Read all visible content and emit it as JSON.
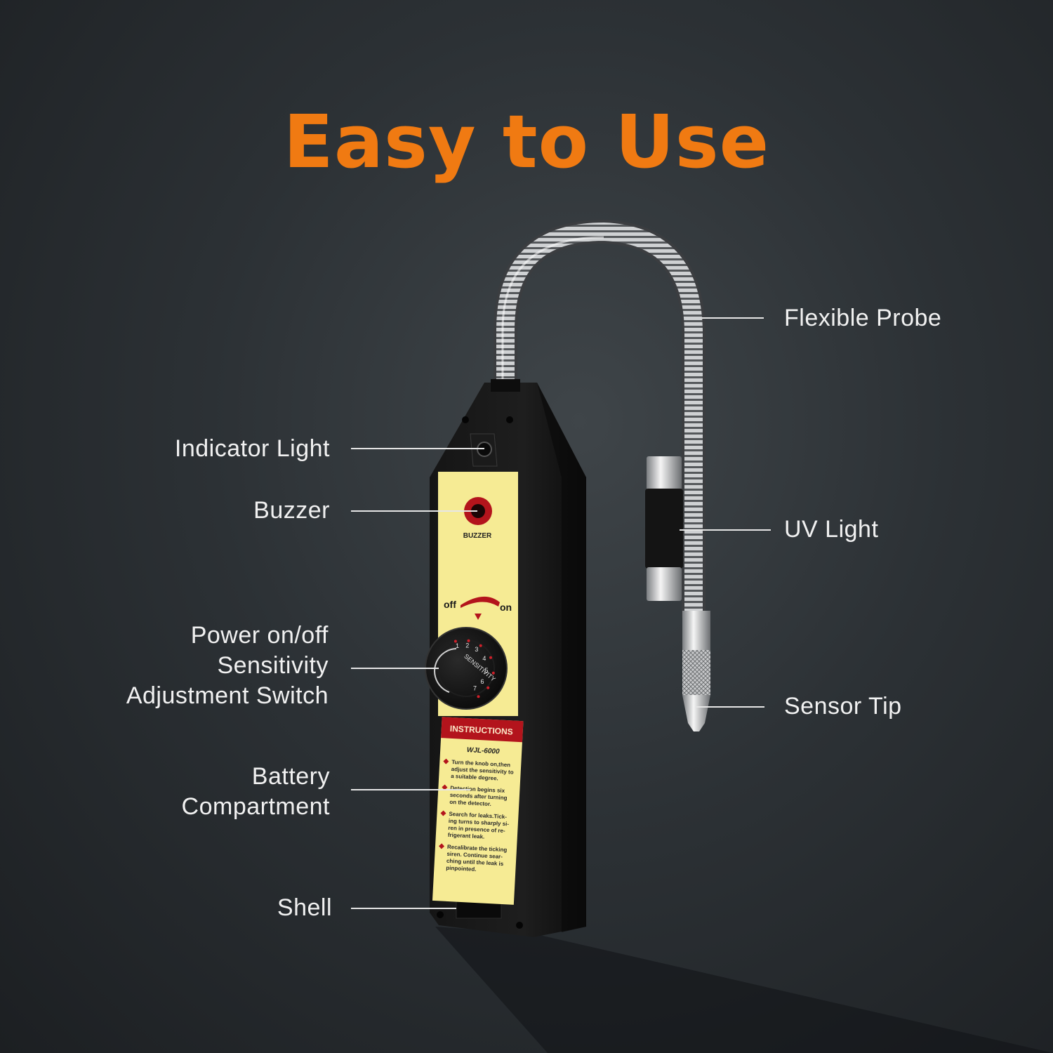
{
  "title": "Easy to Use",
  "colors": {
    "accent": "#f07a12",
    "background": "#2c3135",
    "panel": "#f6eb94",
    "instructions_red": "#b3141c"
  },
  "labels": {
    "flexible_probe": "Flexible Probe",
    "indicator_light": "Indicator Light",
    "buzzer": "Buzzer",
    "uv_light": "UV Light",
    "power_switch": "Power on/off\nSensitivity\nAdjustment Switch",
    "sensor_tip": "Sensor Tip",
    "battery": "Battery\nCompartment",
    "shell": "Shell"
  },
  "device": {
    "buzzer_text": "BUZZER",
    "off_text": "off",
    "on_text": "on",
    "knob_text": "SENSITIVITY",
    "knob_numbers": [
      "1",
      "2",
      "3",
      "4",
      "5",
      "6",
      "7"
    ],
    "instructions_header": "INSTRUCTIONS",
    "model": "WJL-6000",
    "instructions": [
      [
        "Turn the knob on,then",
        "adjust the sensitivity to",
        "a suitable degree."
      ],
      [
        "Detection begins six",
        "seconds after turning",
        "on the detector."
      ],
      [
        "Search for leaks.Tick-",
        "ing turns to sharply si-",
        "ren in presence of re-",
        "frigerant leak."
      ],
      [
        "Recalibrate the ticking",
        "siren. Continue sear-",
        "ching until the leak is",
        "pinpointed."
      ]
    ]
  }
}
